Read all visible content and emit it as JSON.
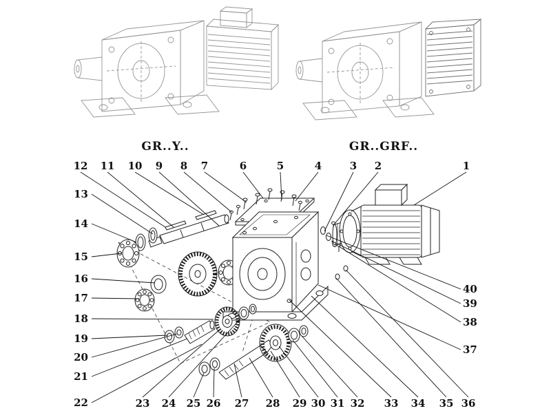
{
  "canvas": {
    "background": "#ffffff",
    "dark_line_color": "#1f1f1f",
    "light_line_color": "#949494"
  },
  "variant_labels": {
    "left": "GR..Y..",
    "right": "GR..GRF.."
  },
  "callouts": {
    "top": [
      "12",
      "11",
      "10",
      "9",
      "8",
      "7",
      "6",
      "5",
      "4",
      "3",
      "2",
      "1"
    ],
    "left": [
      "13",
      "14",
      "15",
      "16",
      "17",
      "18",
      "19",
      "20",
      "21",
      "22"
    ],
    "bottom": [
      "23",
      "24",
      "25",
      "26",
      "27",
      "28",
      "29",
      "30",
      "31",
      "32",
      "33",
      "34",
      "35",
      "36"
    ],
    "right": [
      "40",
      "39",
      "38",
      "37"
    ]
  }
}
